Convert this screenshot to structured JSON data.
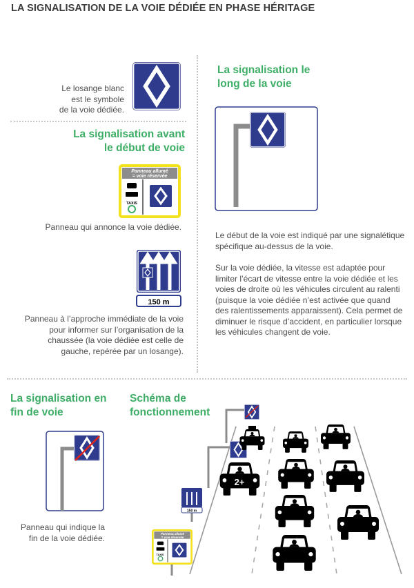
{
  "title": "LA SIGNALISATION DE LA VOIE DÉDIÉE EN PHASE HÉRITAGE",
  "losange": {
    "text_lines": [
      "Le losange blanc",
      "est le symbole",
      "de la voie dédiée."
    ]
  },
  "avant": {
    "heading_lines": [
      "La signalisation avant",
      "le début de voie"
    ],
    "panel_header_lines": [
      "Panneau allumé",
      "= voie réservée"
    ],
    "panel_taxis": "TAXIS",
    "panel_caption": "Panneau qui annonce la voie dédiée.",
    "distance_plate": "150 m",
    "arrow_caption": "Panneau à l’approche immédiate de la voie pour informer sur l’organisation de la chaussée (la voie dédiée est celle de gauche, repérée par un losange)."
  },
  "long": {
    "heading_lines": [
      "La signalisation le",
      "long de la voie"
    ],
    "paragraph_1": "Le début de la voie est indiqué par une signalétique spécifique au-dessus de la voie.",
    "paragraph_2": "Sur la voie dédiée, la vitesse est adaptée pour limiter l’écart de vitesse entre la voie dédiée et les voies de droite où les véhicules circulent au ralenti (puisque la voie dédiée n’est activée que quand des ralentissements apparaissent). Cela permet de diminuer le risque d’accident, en particulier lorsque les véhicules changent de voie."
  },
  "fin": {
    "heading_lines": [
      "La signalisation en",
      "fin de voie"
    ],
    "caption_lines": [
      "Panneau qui indique la",
      "fin de la voie dédiée."
    ]
  },
  "schema": {
    "heading_lines": [
      "Schéma de",
      "fonctionnement"
    ],
    "carpool_label": "2+",
    "distance_plate": "150 m",
    "panel_header_lines": [
      "Panneau allumé",
      "= voie réservée"
    ],
    "panel_taxis": "TAXIS"
  },
  "colors": {
    "green": "#3eae67",
    "sign_blue": "#2f3c8e",
    "yellow": "#f3e11c",
    "red": "#e2231a",
    "pole": "#8c8c8c"
  }
}
